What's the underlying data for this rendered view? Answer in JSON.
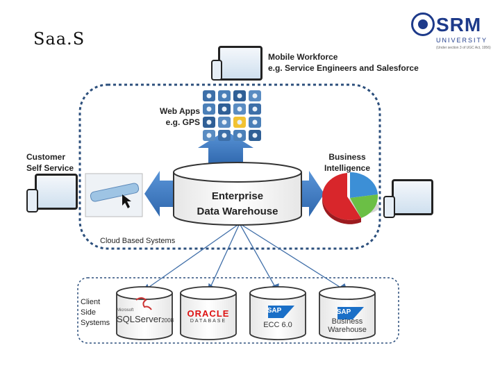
{
  "slide": {
    "title": "Saa.S",
    "logo": {
      "name": "SRM",
      "sub": "UNIVERSITY",
      "tagline": "(Under section 3 of UGC Act, 1956)"
    }
  },
  "diagram": {
    "mobile_workforce": [
      "Mobile Workforce",
      "e.g. Service Engineers and Salesforce"
    ],
    "web_apps": [
      "Web Apps",
      "e.g. GPS"
    ],
    "customer_self_service": [
      "Customer",
      "Self Service"
    ],
    "business_intelligence": [
      "Business",
      "Intelligence"
    ],
    "warehouse": [
      "Enterprise",
      "Data Warehouse"
    ],
    "cloud_label": "Cloud Based Systems",
    "client_label": [
      "Client",
      "Side",
      "Systems"
    ],
    "databases": [
      {
        "name": "SQL Server 2008",
        "brand": "SQLServer",
        "prefix": "Microsoft",
        "version": "2008"
      },
      {
        "name": "Oracle Database",
        "brand": "ORACLE",
        "sub": "DATABASE"
      },
      {
        "name": "SAP ECC 6.0",
        "brand": "SAP",
        "sub": "ECC 6.0"
      },
      {
        "name": "SAP Business Warehouse",
        "brand": "SAP",
        "sub": [
          "Business",
          "Warehouse"
        ]
      }
    ],
    "colors": {
      "arrow": "#3f7cc4",
      "border": "#2c4f7c",
      "pie_red": "#d8262b",
      "pie_green": "#6bbf45",
      "pie_blue": "#3c8fd6"
    }
  }
}
